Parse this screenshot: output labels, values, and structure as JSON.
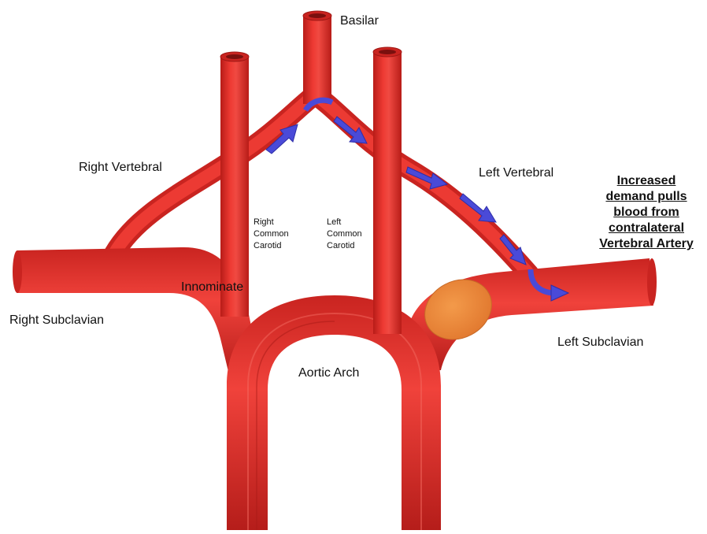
{
  "labels": {
    "basilar": "Basilar",
    "right_vertebral": "Right Vertebral",
    "left_vertebral": "Left Vertebral",
    "right_common_carotid": [
      "Right",
      "Common",
      "Carotid"
    ],
    "left_common_carotid": [
      "Left",
      "Common",
      "Carotid"
    ],
    "innominate": "Innominate",
    "right_subclavian": "Right Subclavian",
    "left_subclavian": "Left Subclavian",
    "aortic_arch": "Aortic Arch"
  },
  "callout": {
    "lines": [
      "Increased",
      "demand pulls",
      "blood from",
      "contralateral",
      "Vertebral Artery"
    ]
  },
  "colors": {
    "vessel": "#e0302c",
    "vessel_dark": "#b51d1a",
    "vessel_light": "#f25a52",
    "flow_arrow": "#4a4ad8",
    "occlusion": "#ec8a3e"
  }
}
